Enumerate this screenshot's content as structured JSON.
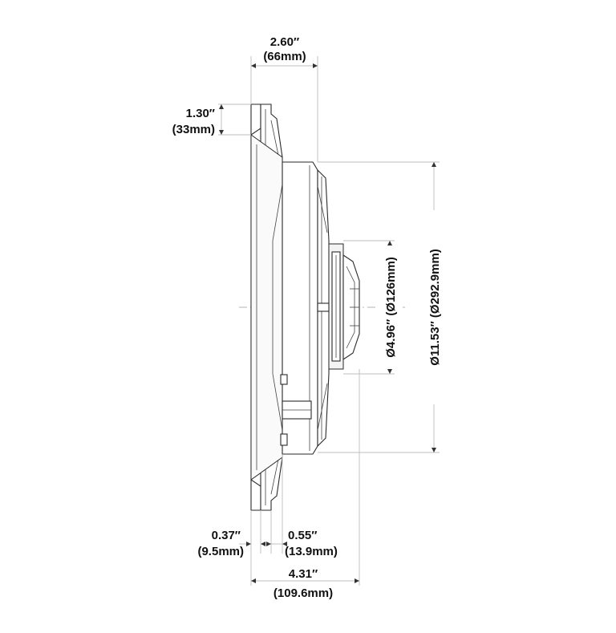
{
  "dimensions": {
    "mounting_depth": {
      "imperial": "2.60″",
      "metric": "(66mm)"
    },
    "flange_height": {
      "imperial": "1.30″",
      "metric": "(33mm)"
    },
    "cutout_diameter": {
      "label": "Ø4.96″ (Ø126mm)"
    },
    "overall_diameter": {
      "label": "Ø11.53″ (Ø292.9mm)"
    },
    "flange_thickness": {
      "imperial": "0.37″",
      "metric": "(9.5mm)"
    },
    "grille_offset": {
      "imperial": "0.55″",
      "metric": "(13.9mm)"
    },
    "total_depth": {
      "imperial": "4.31″",
      "metric": "(109.6mm)"
    }
  }
}
